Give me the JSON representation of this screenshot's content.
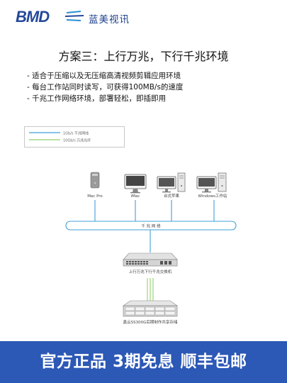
{
  "brand": {
    "logo_text": "BMD",
    "name_cn": "蓝美视讯",
    "color": "#24489a"
  },
  "title": "方案三：上行万兆，下行千兆环境",
  "bullets": [
    "- 适合于压缩以及无压缩高清视频剪辑应用环境",
    "- 每台工作站同时读写，可获得100MB/s的速度",
    "- 千兆工作网络环境，部署轻松，即插即用"
  ],
  "legend": [
    {
      "label": "1Gb/s 千兆网线",
      "color": "#3fa0d8"
    },
    {
      "label": "10Gb/s 万兆光纤",
      "color": "#8fd06a"
    }
  ],
  "workstations": [
    {
      "label": "Mac Pro",
      "icon": "mac-pro-icon"
    },
    {
      "label": "iMac",
      "icon": "imac-icon"
    },
    {
      "label": "台式苹果",
      "icon": "desktop-computer-icon"
    },
    {
      "label": "Windows工作站",
      "icon": "windows-workstation-icon"
    }
  ],
  "network_bus_label": "千 兆 网 络",
  "switch_label": "上行万兆下行千兆交换机",
  "storage_label": "鑫云SS300G后期制作共享存储",
  "banner": "官方正品  3期免息  顺丰包邮",
  "colors": {
    "banner_bg": "#2c58b6",
    "gigabit_line": "#3fa0d8",
    "fiber_line": "#8fd06a"
  }
}
